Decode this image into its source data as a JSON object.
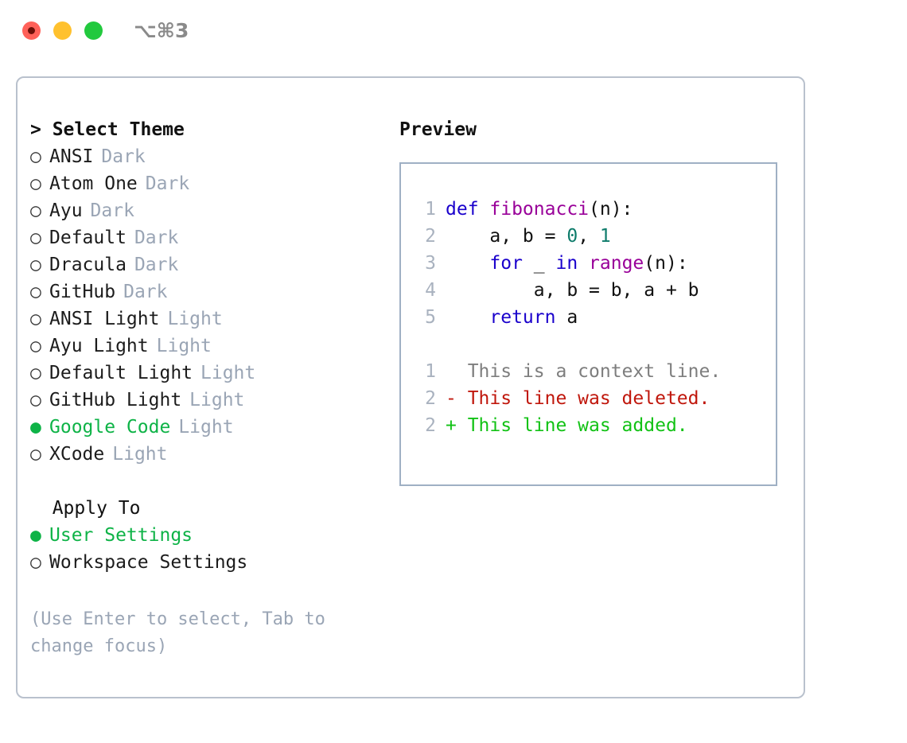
{
  "titlebar": {
    "shortcut": "⌥⌘3",
    "buttons": {
      "close": "close",
      "minimize": "minimize",
      "maximize": "maximize"
    }
  },
  "left": {
    "heading": "> Select Theme",
    "themes": [
      {
        "marker": "○",
        "name": "ANSI",
        "tag": "Dark",
        "selected": false
      },
      {
        "marker": "○",
        "name": "Atom One",
        "tag": "Dark",
        "selected": false
      },
      {
        "marker": "○",
        "name": "Ayu",
        "tag": "Dark",
        "selected": false
      },
      {
        "marker": "○",
        "name": "Default",
        "tag": "Dark",
        "selected": false
      },
      {
        "marker": "○",
        "name": "Dracula",
        "tag": "Dark",
        "selected": false
      },
      {
        "marker": "○",
        "name": "GitHub",
        "tag": "Dark",
        "selected": false
      },
      {
        "marker": "○",
        "name": "ANSI Light",
        "tag": "Light",
        "selected": false
      },
      {
        "marker": "○",
        "name": "Ayu Light",
        "tag": "Light",
        "selected": false
      },
      {
        "marker": "○",
        "name": "Default Light",
        "tag": "Light",
        "selected": false
      },
      {
        "marker": "○",
        "name": "GitHub Light",
        "tag": "Light",
        "selected": false
      },
      {
        "marker": "●",
        "name": "Google Code",
        "tag": "Light",
        "selected": true
      },
      {
        "marker": "○",
        "name": "XCode",
        "tag": "Light",
        "selected": false
      }
    ],
    "apply_to_heading": "  Apply To",
    "apply_to": [
      {
        "marker": "●",
        "name": "User Settings",
        "selected": true
      },
      {
        "marker": "○",
        "name": "Workspace Settings",
        "selected": false
      }
    ],
    "hint": "(Use Enter to select, Tab to change focus)"
  },
  "right": {
    "preview_title": "Preview",
    "code": [
      {
        "num": "1",
        "tokens": [
          {
            "t": "def ",
            "c": "tok-kw"
          },
          {
            "t": "fibonacci",
            "c": "tok-fn"
          },
          {
            "t": "(n):",
            "c": "tok-pl"
          }
        ]
      },
      {
        "num": "2",
        "tokens": [
          {
            "t": "    a, b = ",
            "c": "tok-pl"
          },
          {
            "t": "0",
            "c": "tok-num"
          },
          {
            "t": ", ",
            "c": "tok-pl"
          },
          {
            "t": "1",
            "c": "tok-num"
          }
        ]
      },
      {
        "num": "3",
        "tokens": [
          {
            "t": "    ",
            "c": "tok-pl"
          },
          {
            "t": "for",
            "c": "tok-kw"
          },
          {
            "t": " _ ",
            "c": "tok-pl"
          },
          {
            "t": "in",
            "c": "tok-kw"
          },
          {
            "t": " ",
            "c": "tok-pl"
          },
          {
            "t": "range",
            "c": "tok-fn"
          },
          {
            "t": "(n):",
            "c": "tok-pl"
          }
        ]
      },
      {
        "num": "4",
        "tokens": [
          {
            "t": "        a, b = b, a + b",
            "c": "tok-pl"
          }
        ]
      },
      {
        "num": "5",
        "tokens": [
          {
            "t": "    ",
            "c": "tok-pl"
          },
          {
            "t": "return",
            "c": "tok-kw"
          },
          {
            "t": " a",
            "c": "tok-pl"
          }
        ]
      }
    ],
    "diff": [
      {
        "num": "1",
        "text": "  This is a context line.",
        "kind": "diff-ctx"
      },
      {
        "num": "2",
        "text": "- This line was deleted.",
        "kind": "diff-del"
      },
      {
        "num": "2",
        "text": "+ This line was added.",
        "kind": "diff-add"
      }
    ]
  },
  "colors": {
    "accent_green": "#0eb347",
    "tag_gray": "#9aa5b5",
    "panel_border": "#b9c1cd",
    "preview_border": "#9fb0c4",
    "keyword_blue": "#1a01cc",
    "function_purple": "#990099",
    "number_teal": "#0e7c6b",
    "diff_delete_red": "#c0170c",
    "diff_add_green": "#12c215",
    "traffic_red": "#ff6159",
    "traffic_yellow": "#ffc12e",
    "traffic_green": "#22c93e"
  }
}
